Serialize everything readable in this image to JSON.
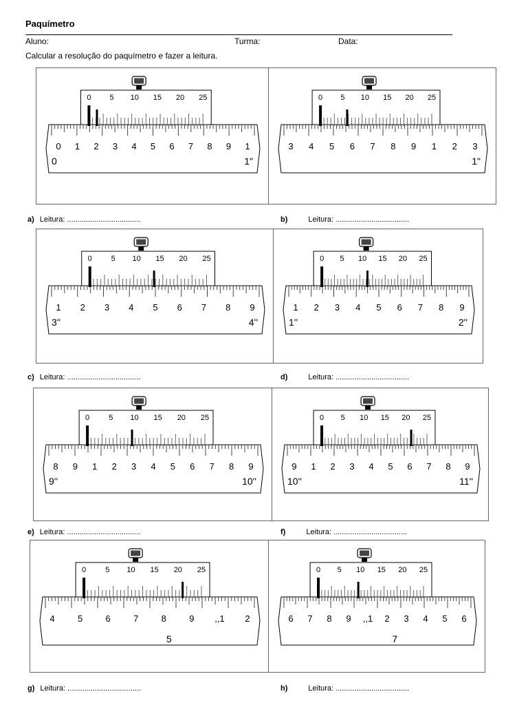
{
  "title": "Paquímetro",
  "header": {
    "aluno": "Aluno:",
    "turma": "Turma:",
    "data": "Data:"
  },
  "instruction": "Calcular a resolução do paquímetro e fazer a leitura.",
  "answer_label": "Leitura:",
  "answer_blank": "...................................",
  "vernier_labels": [
    "0",
    "5",
    "10",
    "15",
    "20",
    "25"
  ],
  "exercises": [
    {
      "letter": "a)",
      "main": [
        "0",
        "1",
        "2",
        "3",
        "4",
        "5",
        "6",
        "7",
        "8",
        "9",
        "1"
      ],
      "inch": [
        "0",
        "1\""
      ],
      "sub": "",
      "zeroFrac": 0.09,
      "markFrac": 0.07
    },
    {
      "letter": "b)",
      "main": [
        "3",
        "4",
        "5",
        "6",
        "7",
        "8",
        "9",
        "1",
        "2",
        "3"
      ],
      "inch": [
        "",
        "1\""
      ],
      "sub": "",
      "zeroFrac": 0.18,
      "markFrac": 0.24
    },
    {
      "letter": "c)",
      "main": [
        "1",
        "2",
        "3",
        "4",
        "5",
        "6",
        "7",
        "8",
        "9"
      ],
      "inch": [
        "3''",
        "4''"
      ],
      "sub": "",
      "zeroFrac": 0.12,
      "markFrac": 0.55
    },
    {
      "letter": "d)",
      "main": [
        "1",
        "2",
        "3",
        "4",
        "5",
        "6",
        "7",
        "8",
        "9"
      ],
      "inch": [
        "1''",
        "2''"
      ],
      "sub": "",
      "zeroFrac": 0.12,
      "markFrac": 0.45
    },
    {
      "letter": "e)",
      "main": [
        "8",
        "9",
        "1",
        "2",
        "3",
        "4",
        "5",
        "6",
        "7",
        "8",
        "9"
      ],
      "inch": [
        "9''",
        "10''"
      ],
      "sub": "",
      "zeroFrac": 0.16,
      "markFrac": 0.38
    },
    {
      "letter": "f)",
      "main": [
        "9",
        "1",
        "2",
        "3",
        "4",
        "5",
        "6",
        "7",
        "8",
        "9"
      ],
      "inch": [
        "10''",
        "11''"
      ],
      "sub": "",
      "zeroFrac": 0.14,
      "markFrac": 0.85
    },
    {
      "letter": "g)",
      "main": [
        "4",
        "5",
        "6",
        "7",
        "8",
        "9",
        ",,1",
        "2"
      ],
      "inch": [
        "",
        ""
      ],
      "sub": "5",
      "zeroFrac": 0.12,
      "markFrac": 0.84
    },
    {
      "letter": "h)",
      "main": [
        "6",
        "7",
        "8",
        "9",
        ",,1",
        "2",
        "3",
        "4",
        "5",
        "6"
      ],
      "inch": [
        "",
        ""
      ],
      "sub": "7",
      "zeroFrac": 0.1,
      "markFrac": 0.38
    }
  ]
}
